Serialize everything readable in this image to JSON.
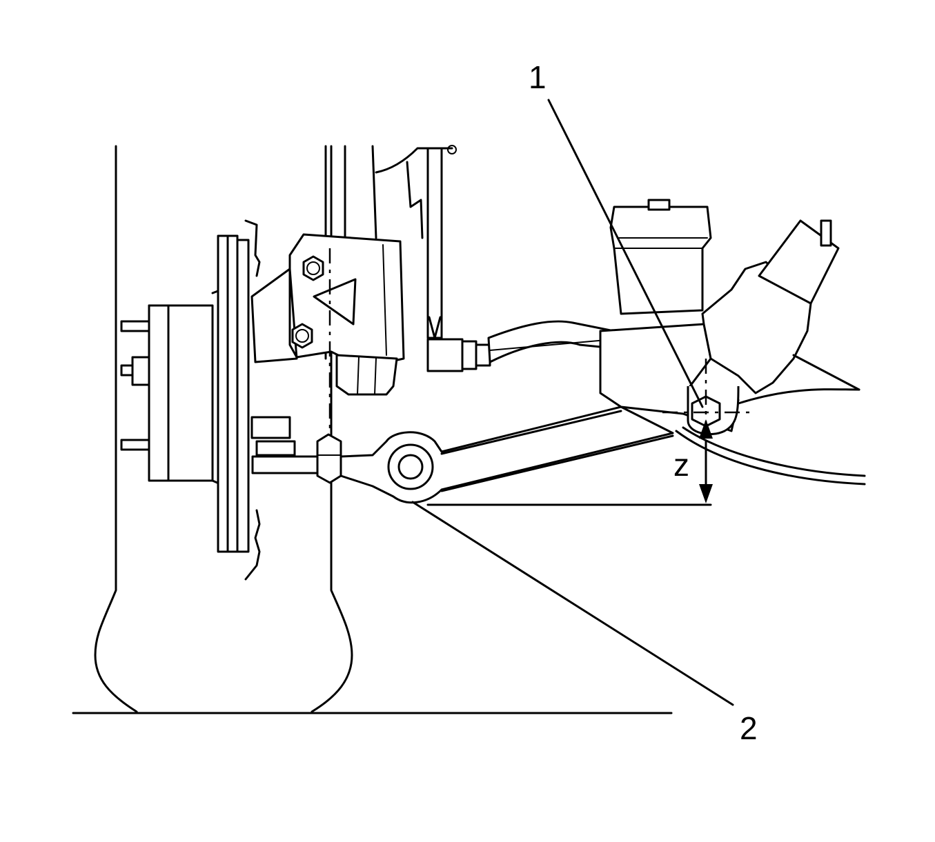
{
  "callouts": {
    "c1": "1",
    "c2": "2"
  },
  "dimension": {
    "label": "z"
  }
}
